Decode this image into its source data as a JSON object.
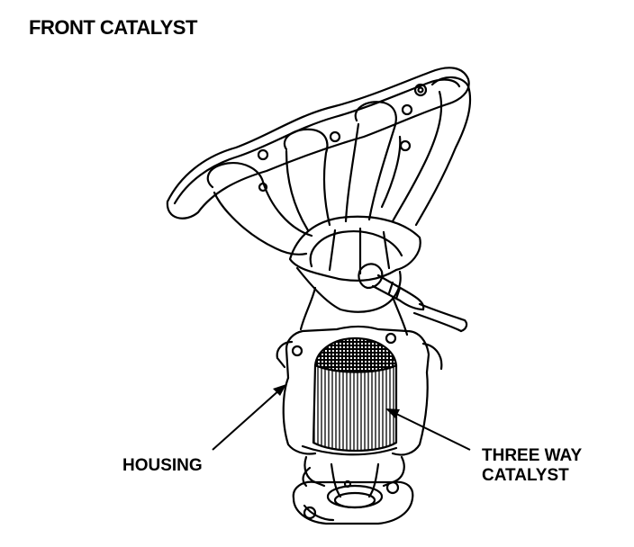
{
  "title": "FRONT CATALYST",
  "labels": {
    "housing": "HOUSING",
    "catalyst_line1": "THREE WAY",
    "catalyst_line2": "CATALYST"
  },
  "colors": {
    "ink": "#000000",
    "background": "#ffffff"
  }
}
